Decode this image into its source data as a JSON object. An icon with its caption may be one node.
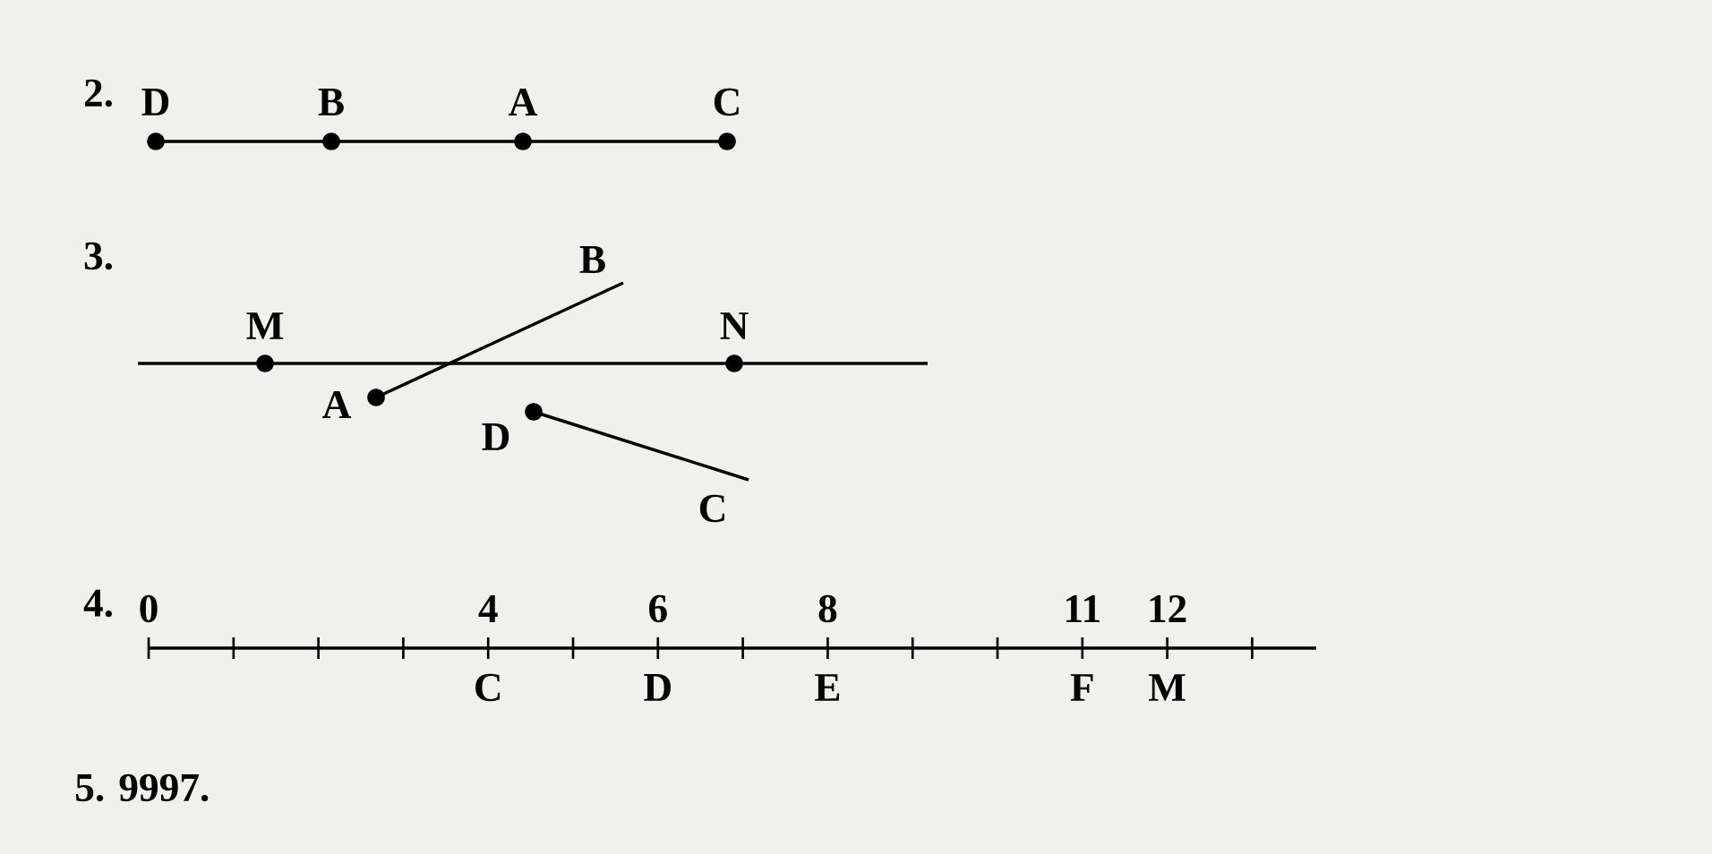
{
  "diagram": {
    "nodes": [
      {
        "text": [
          "D"
        ]
      },
      {
        "text": [
          "B"
        ]
      },
      {
        "text": [
          "A"
        ]
      },
      {
        "text": [
          "C"
        ]
      },
      {
        "text": [
          "M"
        ]
      },
      {
        "text": [
          "N"
        ]
      },
      {
        "text": [
          "A"
        ]
      },
      {
        "text": [
          "B"
        ]
      },
      {
        "text": [
          "D"
        ]
      },
      {
        "text": [
          "C"
        ]
      }
    ],
    "edges": [
      {
        "from": 0,
        "to": 1,
        "arrow": "none"
      },
      {
        "from": 1,
        "to": 2,
        "arrow": "none"
      },
      {
        "from": 2,
        "to": 3,
        "arrow": "none"
      },
      {
        "from": 4,
        "to": 5,
        "arrow": "none"
      },
      {
        "from": 6,
        "to": 7,
        "arrow": "none"
      },
      {
        "from": 8,
        "to": 9,
        "arrow": "none"
      }
    ],
    "labels": [
      "2.",
      "3.",
      "4.",
      "0",
      "4",
      "6",
      "8",
      "11",
      "12",
      "C",
      "D",
      "E",
      "F",
      "M",
      "5. 9997."
    ]
  }
}
